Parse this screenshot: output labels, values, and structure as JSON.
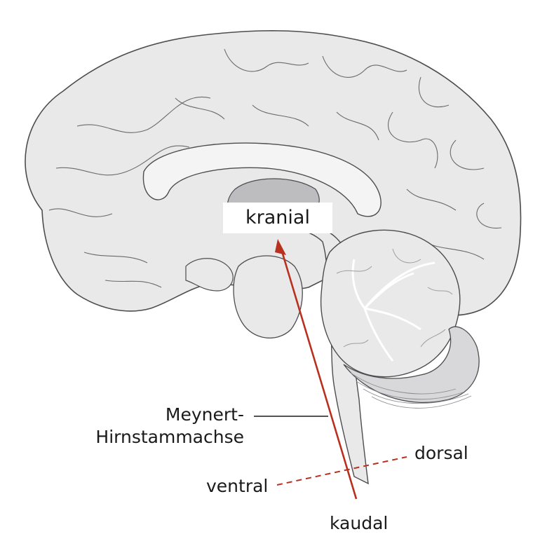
{
  "labels": {
    "kranial": "kranial",
    "kaudal": "kaudal",
    "dorsal": "dorsal",
    "ventral": "ventral",
    "meynert_line1": "Meynert-",
    "meynert_line2": "Hirnstammachse"
  },
  "colors": {
    "background": "#ffffff",
    "tissue_fill": "#e9e9ea",
    "tissue_shadow": "#c9c9cb",
    "ventricle_fill": "#bdbdbf",
    "outline": "#4d4d4f",
    "axis_red": "#b8311f",
    "leader_black": "#1a1a1a"
  },
  "icons": {
    "axis_arrow": "arrow-up-icon"
  }
}
